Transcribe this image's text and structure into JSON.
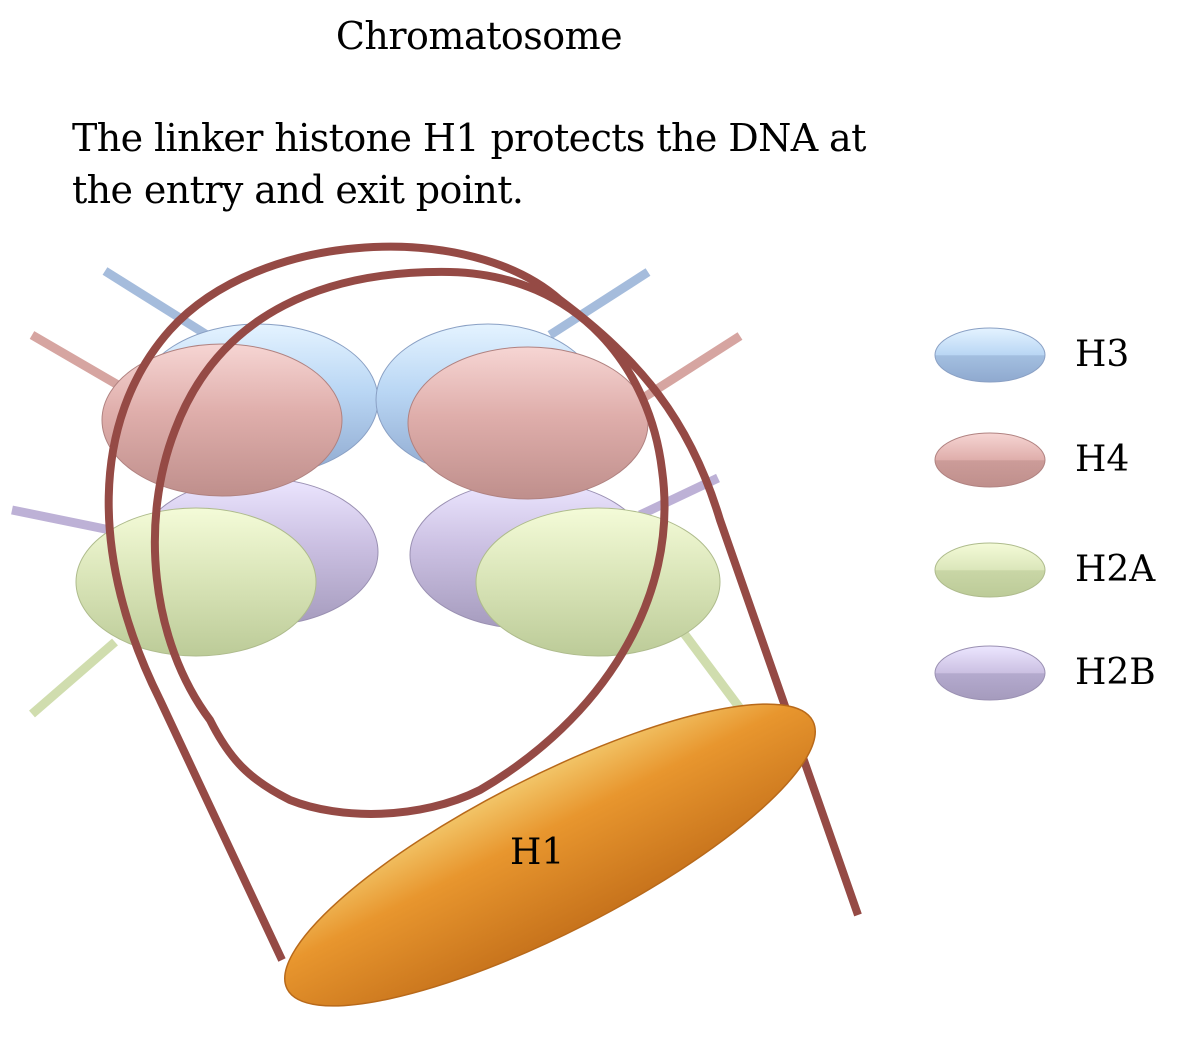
{
  "title": "Chromatosome",
  "caption": "The linker histone H1 protects the DNA at the entry and exit point.",
  "histones": {
    "h1_label": "H1"
  },
  "legend": [
    {
      "label": "H3",
      "color": "#a9c4e8"
    },
    {
      "label": "H4",
      "color": "#dba8a6"
    },
    {
      "label": "H2A",
      "color": "#d5e2b4"
    },
    {
      "label": "H2B",
      "color": "#c3b7d8"
    }
  ],
  "colors": {
    "dna": "#954a45",
    "h1": "#e08a26",
    "tail_h3": "#a5bcdc",
    "tail_h4": "#d6a5a1",
    "tail_h2a": "#d0ddae",
    "tail_h2b": "#bdb1d6"
  }
}
